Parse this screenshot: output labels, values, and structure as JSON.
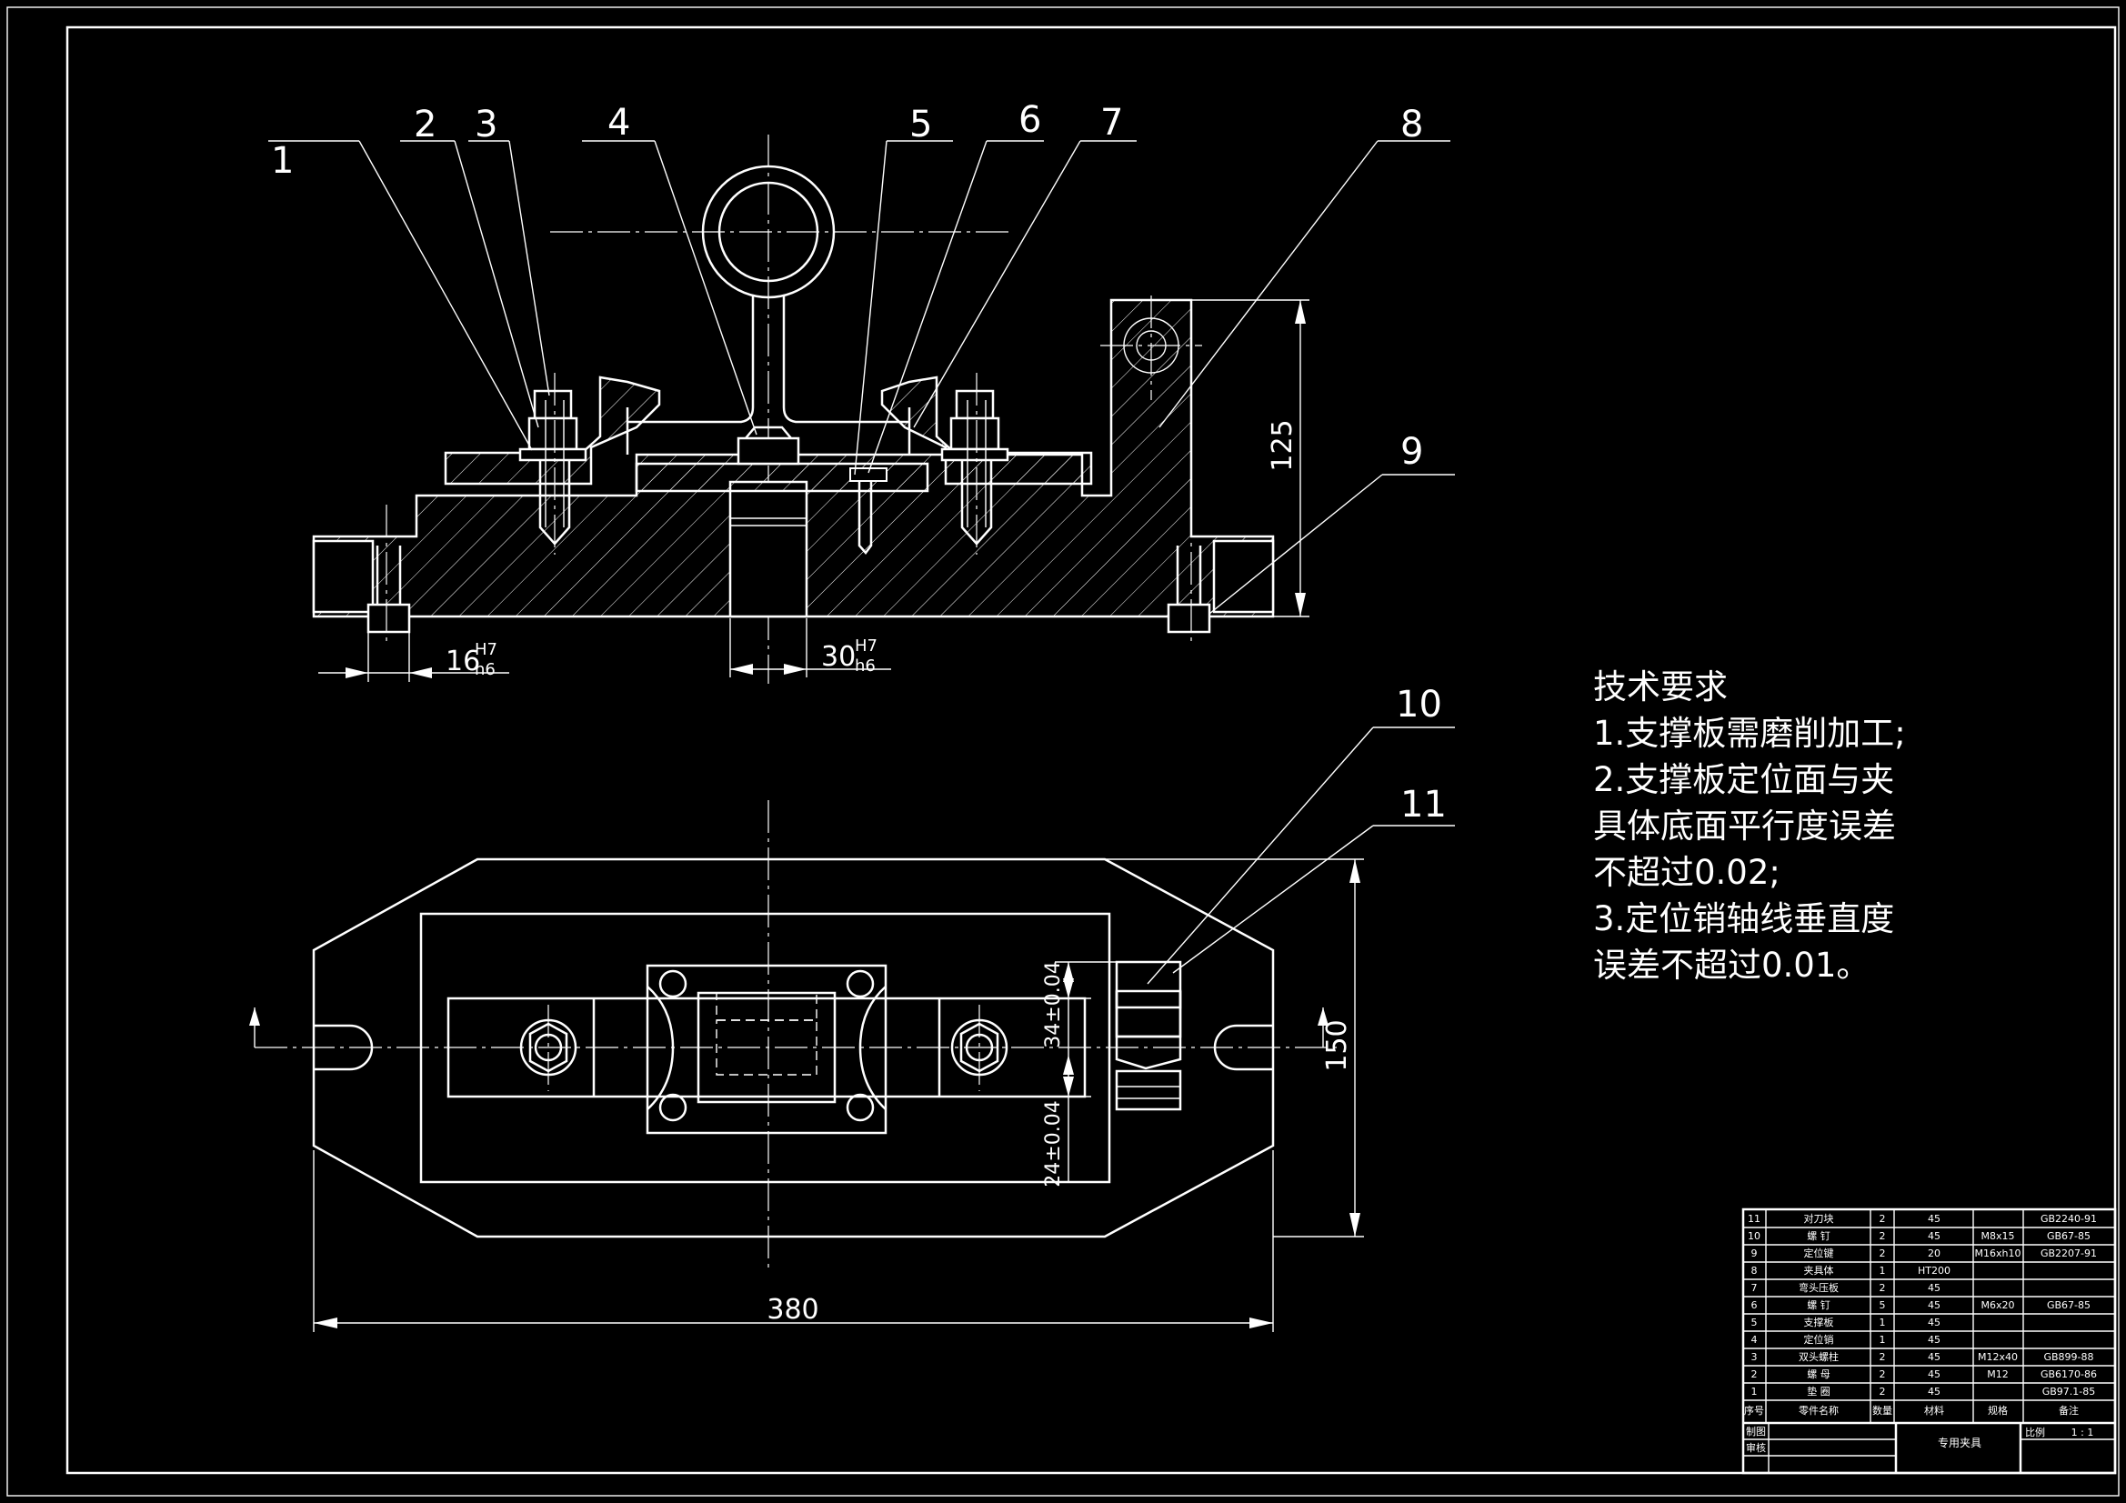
{
  "callouts": [
    "1",
    "2",
    "3",
    "4",
    "5",
    "6",
    "7",
    "8",
    "9",
    "10",
    "11"
  ],
  "dimensions": {
    "d125": "125",
    "d16": "16",
    "d16_upper": "H7",
    "d16_lower": "h6",
    "d30": "30",
    "d30_upper": "H7",
    "d30_lower": "h6",
    "d34": "34±0.04",
    "d24": "24±0.04",
    "d150": "150",
    "d380": "380"
  },
  "tech_requirements": {
    "title": "技术要求",
    "lines": [
      "1.支撑板需磨削加工;",
      "2.支撑板定位面与夹",
      "具体底面平行度误差",
      "不超过0.02;",
      "3.定位销轴线垂直度",
      "误差不超过0.01。"
    ]
  },
  "bom": {
    "rows": [
      {
        "no": "11",
        "name": "对刀块",
        "qty": "2",
        "mat": "45",
        "spec": "",
        "std": "GB2240-91"
      },
      {
        "no": "10",
        "name": "螺 钉",
        "qty": "2",
        "mat": "45",
        "spec": "M8x15",
        "std": "GB67-85"
      },
      {
        "no": "9",
        "name": "定位键",
        "qty": "2",
        "mat": "20",
        "spec": "M16xh10",
        "std": "GB2207-91"
      },
      {
        "no": "8",
        "name": "夹具体",
        "qty": "1",
        "mat": "HT200",
        "spec": "",
        "std": ""
      },
      {
        "no": "7",
        "name": "弯头压板",
        "qty": "2",
        "mat": "45",
        "spec": "",
        "std": ""
      },
      {
        "no": "6",
        "name": "螺 钉",
        "qty": "5",
        "mat": "45",
        "spec": "M6x20",
        "std": "GB67-85"
      },
      {
        "no": "5",
        "name": "支撑板",
        "qty": "1",
        "mat": "45",
        "spec": "",
        "std": ""
      },
      {
        "no": "4",
        "name": "定位销",
        "qty": "1",
        "mat": "45",
        "spec": "",
        "std": ""
      },
      {
        "no": "3",
        "name": "双头螺柱",
        "qty": "2",
        "mat": "45",
        "spec": "M12x40",
        "std": "GB899-88"
      },
      {
        "no": "2",
        "name": "螺 母",
        "qty": "2",
        "mat": "45",
        "spec": "M12",
        "std": "GB6170-86"
      },
      {
        "no": "1",
        "name": "垫 圈",
        "qty": "2",
        "mat": "45",
        "spec": "",
        "std": "GB97.1-85"
      }
    ],
    "header": {
      "no": "序号",
      "name": "零件名称",
      "qty": "数量",
      "mat": "材料",
      "spec": "规格",
      "std": "备注"
    },
    "title_block": {
      "drawn_label": "制图",
      "checked_label": "审核",
      "title": "专用夹具",
      "scale_label": "比例",
      "scale_value": "1 : 1"
    }
  }
}
